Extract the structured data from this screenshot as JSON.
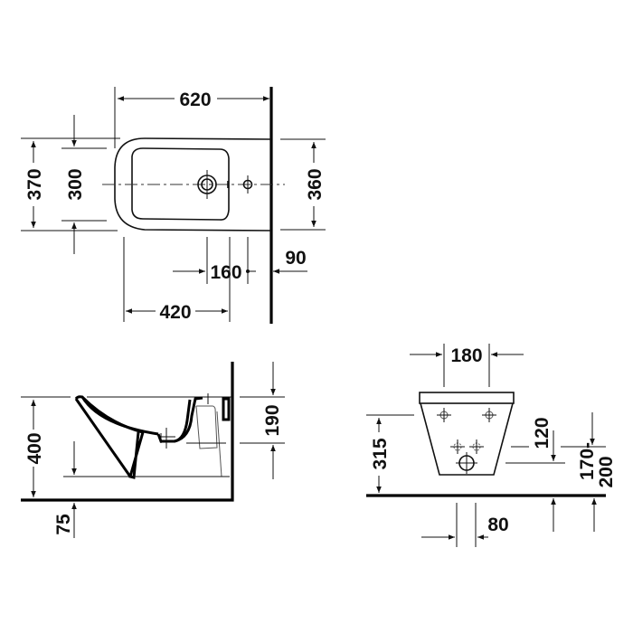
{
  "drawing": {
    "views": {
      "top": {
        "dimensions": {
          "overall_length": "620",
          "overall_width": "370",
          "bowl_width": "300",
          "wall_side_width": "360",
          "tap_hole_spacing": "160",
          "wall_to_hole": "90",
          "front_to_tap": "420"
        }
      },
      "side": {
        "dimensions": {
          "height": "400",
          "supply_height": "190",
          "floor_offset": "75"
        }
      },
      "rear": {
        "dimensions": {
          "bolt_spacing": "180",
          "fixing_height": "315",
          "waste_height": "120",
          "supply_range_top": "170-",
          "supply_range_bottom": "200",
          "waste_offset": "80"
        }
      }
    }
  }
}
